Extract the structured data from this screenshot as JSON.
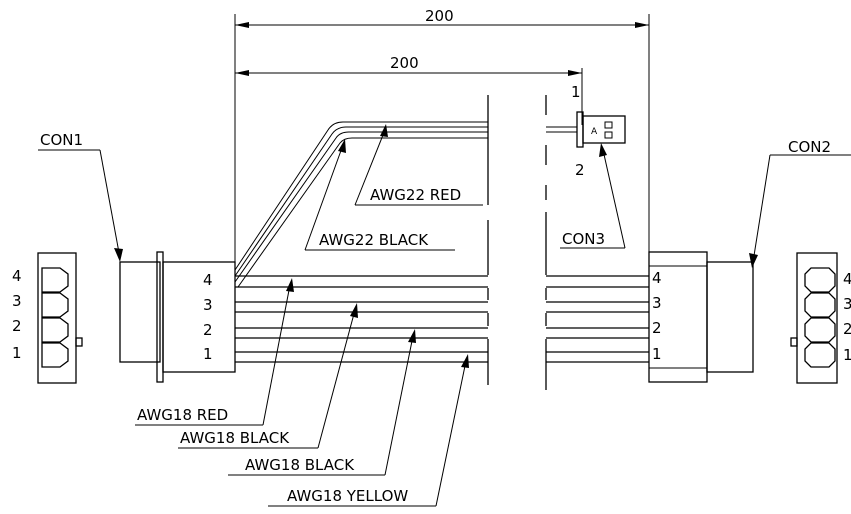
{
  "dimensions": {
    "overall": "200",
    "con3": "200"
  },
  "connectors": {
    "con1": "CON1",
    "con2": "CON2",
    "con3": "CON3",
    "con3_pin_top": "1",
    "con3_pin_bottom": "2",
    "con3_polarity_mark": "A"
  },
  "pins": [
    "4",
    "3",
    "2",
    "1"
  ],
  "wires": {
    "awg22_red": "AWG22 RED",
    "awg22_black": "AWG22 BLACK",
    "awg18_red": "AWG18 RED",
    "awg18_black_1": "AWG18 BLACK",
    "awg18_black_2": "AWG18 BLACK",
    "awg18_yellow": "AWG18 YELLOW"
  }
}
